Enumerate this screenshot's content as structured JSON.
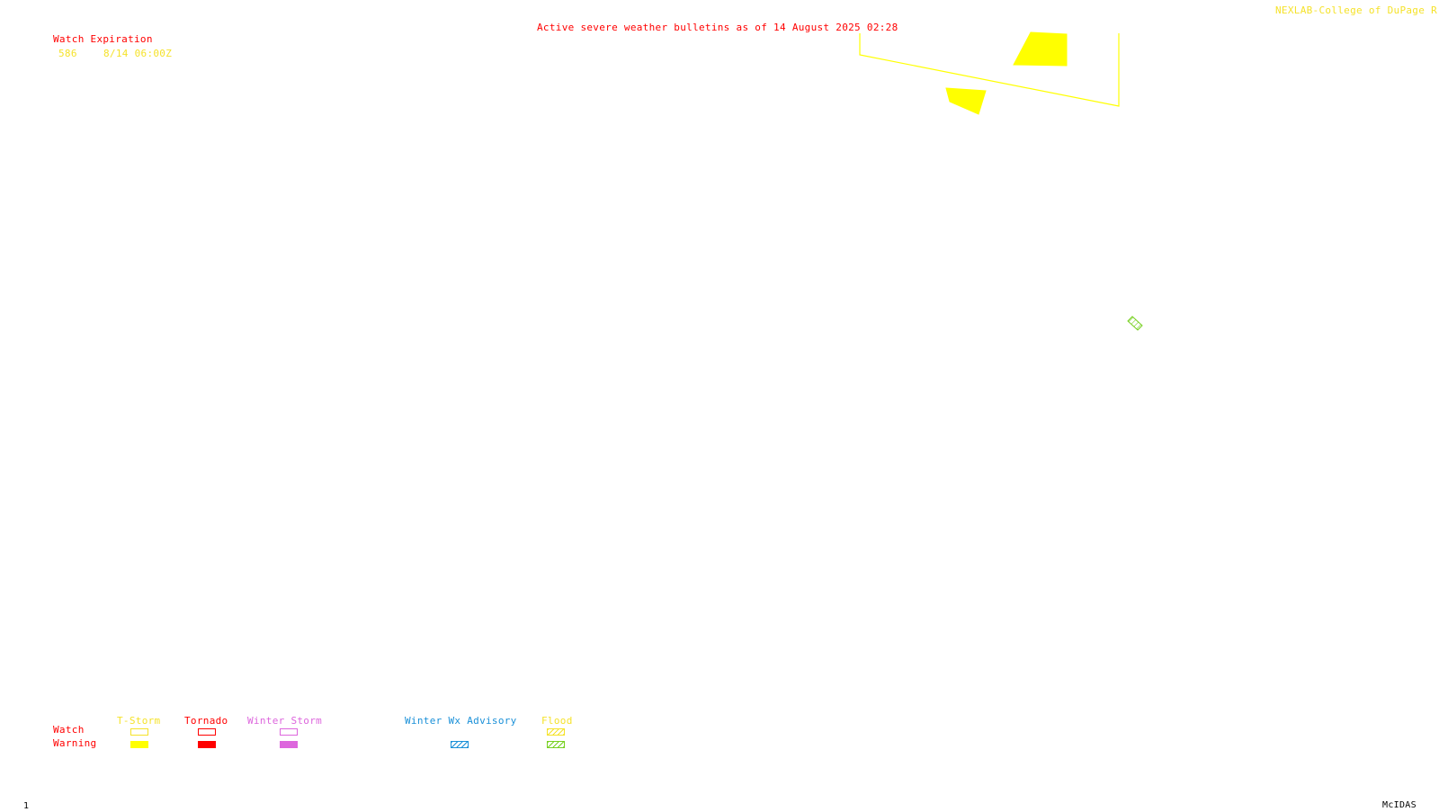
{
  "header": {
    "bulletin_title": "Active severe weather bulletins as of 14 August 2025 02:28",
    "credit": "NEXLAB-College of DuPage R"
  },
  "watch_expiration": {
    "heading": "Watch Expiration",
    "watch_number": "586",
    "expires": "8/14 06:00Z"
  },
  "legend": {
    "row_labels": {
      "watch": "Watch",
      "warning": "Warning"
    },
    "categories": [
      {
        "key": "tstorm",
        "label": "T-Storm",
        "color": "#f5e22a"
      },
      {
        "key": "tornado",
        "label": "Tornado",
        "color": "#ff0000"
      },
      {
        "key": "winter_storm",
        "label": "Winter Storm",
        "color": "#dd66dd"
      },
      {
        "key": "winter_wx_advisory",
        "label": "Winter Wx Advisory",
        "color": "#1a90d8"
      },
      {
        "key": "flood",
        "label": "Flood",
        "color": "#f5e22a"
      }
    ]
  },
  "footer": {
    "frame_number": "1",
    "software": "McIDAS"
  },
  "colors": {
    "text_red": "#ff0000",
    "tstorm_yellow": "#ffff00",
    "flood_warning_green": "#77d020"
  },
  "icons": {
    "tstorm_watch": "outline-rectangle-icon",
    "tstorm_warning": "filled-rectangle-icon",
    "advisory": "hatched-rectangle-icon"
  }
}
